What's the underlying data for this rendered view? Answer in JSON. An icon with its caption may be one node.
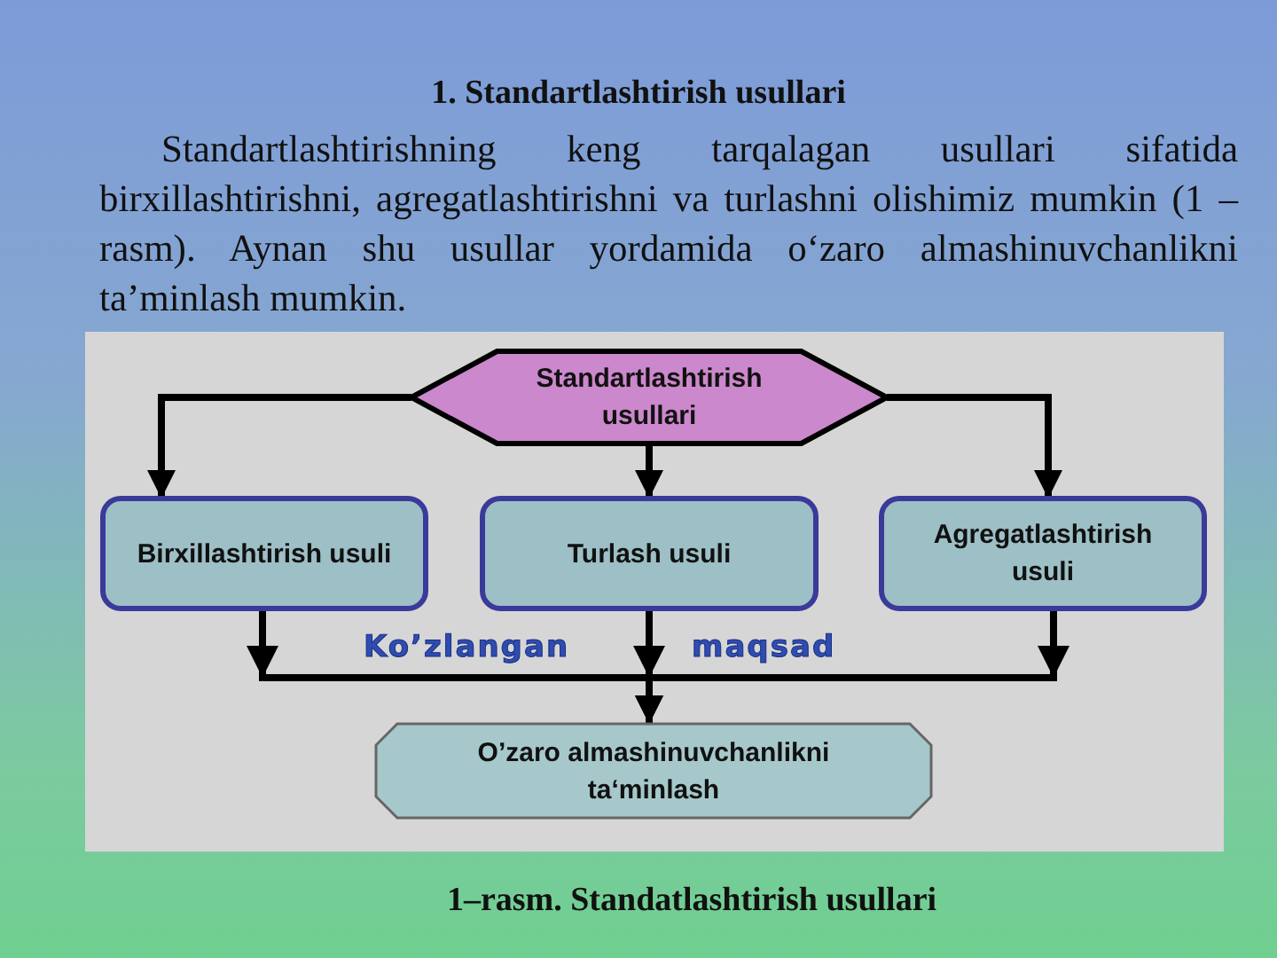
{
  "diagram": {
    "title": "1. Standartlashtirish usullari",
    "nodes": [
      {
        "text": [
          "Standartlashtirish usullari"
        ]
      },
      {
        "text": [
          "Birxillashtirish usuli"
        ]
      },
      {
        "text": [
          "Turlash usuli"
        ]
      },
      {
        "text": [
          "Agregatlashtirish usuli"
        ]
      },
      {
        "text": [
          "O’zaro almashinuvchanlikni ta‘minlash"
        ]
      }
    ],
    "edges": [
      {
        "from": 0,
        "to": 1,
        "arrow": "to"
      },
      {
        "from": 0,
        "to": 2,
        "arrow": "to"
      },
      {
        "from": 0,
        "to": 3,
        "arrow": "to"
      },
      {
        "from": 1,
        "to": 4,
        "arrow": "to"
      },
      {
        "from": 2,
        "to": 4,
        "arrow": "to"
      },
      {
        "from": 3,
        "to": 4,
        "arrow": "to"
      }
    ],
    "labels": [
      "Standartlashtirishning keng tarqalagan usullari sifatida birxillashtirishni, agregatlashtirishni va turlashni olishimiz mumkin (1 – rasm). Aynan shu usullar yordamida o‘zaro almashinuvchanlikni ta’minlash mumkin.",
      "Ko’zlangan",
      "maqsad"
    ],
    "caption": "1–rasm. Standatlashtirish usullari"
  }
}
